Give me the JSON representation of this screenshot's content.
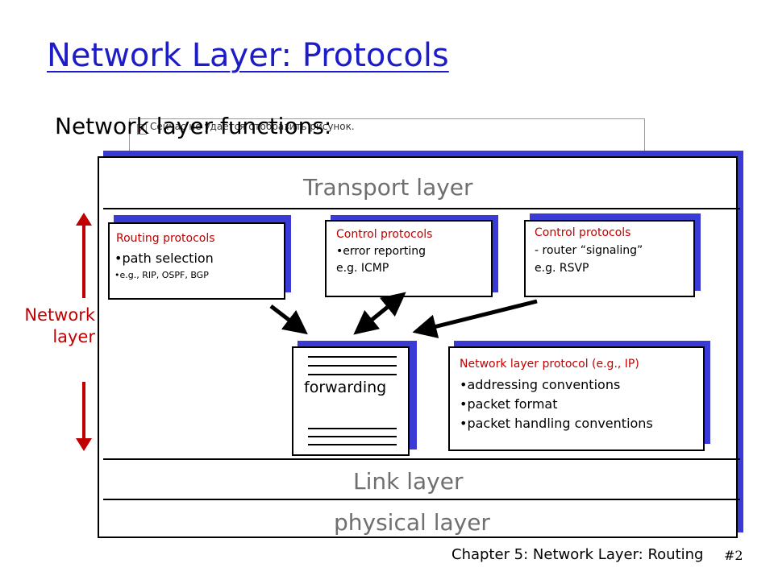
{
  "slide": {
    "title": "Network Layer: Protocols",
    "subtitle": "Network layer functions:",
    "broken_image_text": "Сейчас не удается отобразить рисунок.",
    "side_label_line1": "Network",
    "side_label_line2": "layer",
    "footer": "Chapter 5: Network Layer: Routing",
    "page": "#2"
  },
  "layers": {
    "transport": "Transport layer",
    "link": "Link layer",
    "physical": "physical layer"
  },
  "boxes": {
    "routing": {
      "title": "Routing protocols",
      "line1": "•path selection",
      "line2": "•e.g., RIP, OSPF, BGP"
    },
    "control_icmp": {
      "title": "Control protocols",
      "line1": "•error reporting",
      "line2": "e.g. ICMP"
    },
    "control_rsvp": {
      "title": "Control protocols",
      "line1": "- router “signaling”",
      "line2": "e.g. RSVP"
    },
    "forwarding": {
      "label": "forwarding"
    },
    "ip": {
      "title": "Network layer protocol (e.g., IP)",
      "line1": "•addressing conventions",
      "line2": "•packet format",
      "line3": "•packet handling conventions"
    }
  },
  "colors": {
    "title": "#1c1cc8",
    "accent_red": "#c00000",
    "box_shadow": "#3a3ad6",
    "layer_text": "#6f6f6f"
  }
}
